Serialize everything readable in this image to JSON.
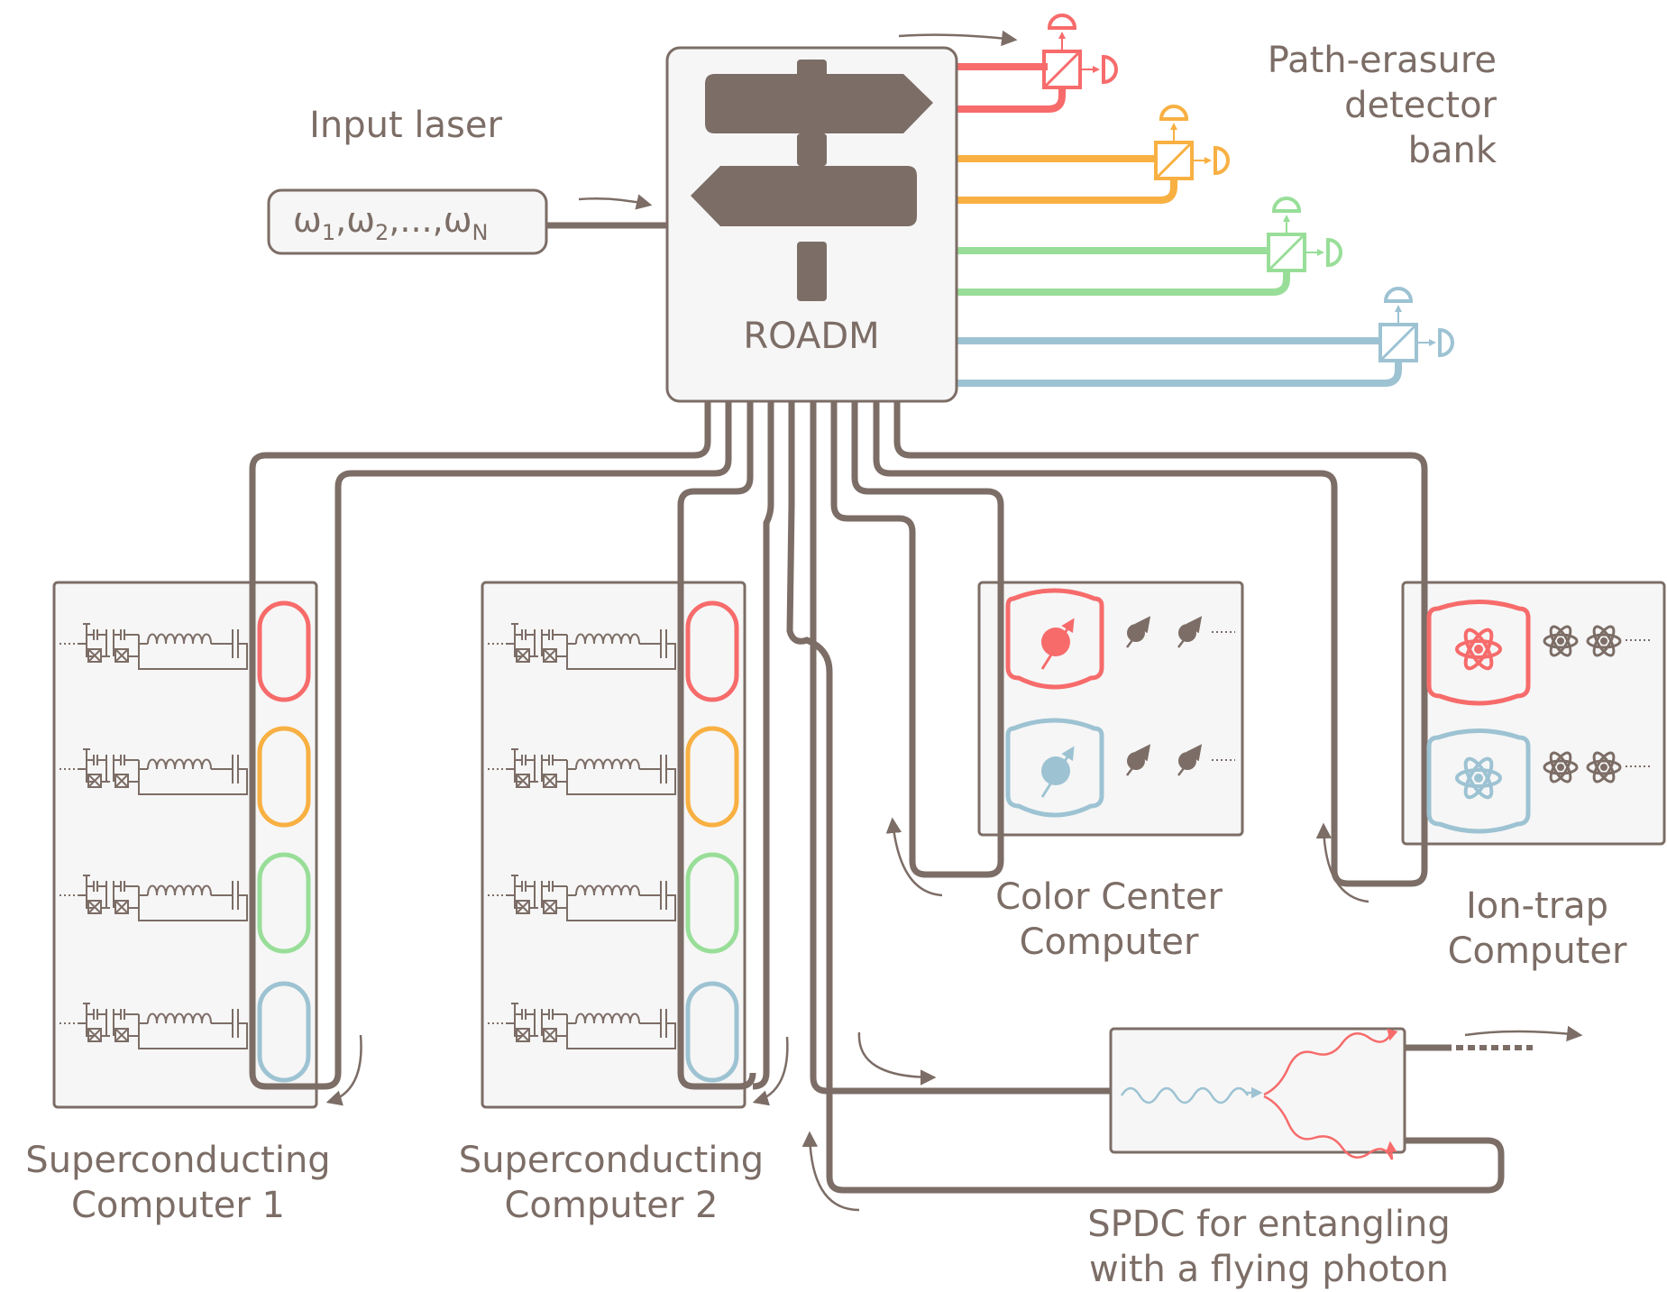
{
  "labels": {
    "input_laser": "Input laser",
    "roadm": "ROADM",
    "path_erasure_1": "Path-erasure",
    "path_erasure_2": "detector",
    "path_erasure_3": "bank",
    "sc1_line1": "Superconducting",
    "sc1_line2": "Computer 1",
    "sc2_line1": "Superconducting",
    "sc2_line2": "Computer 2",
    "cc_line1": "Color Center",
    "cc_line2": "Computer",
    "ion_line1": "Ion-trap",
    "ion_line2": "Computer",
    "spdc_line1": "SPDC for entangling",
    "spdc_line2": "with a flying photon"
  },
  "laser_box": {
    "w1": "ω",
    "sub1": "1",
    "w2": "ω",
    "sub2": "2",
    "dots": ",...,",
    "wn": "ω",
    "subn": "N",
    "comma": ","
  },
  "colors": {
    "brown": "#7c6d66",
    "red": "#f76b6b",
    "orange": "#f8b042",
    "green": "#98de98",
    "blue": "#9dc3d3",
    "panel": "#f6f6f6"
  }
}
